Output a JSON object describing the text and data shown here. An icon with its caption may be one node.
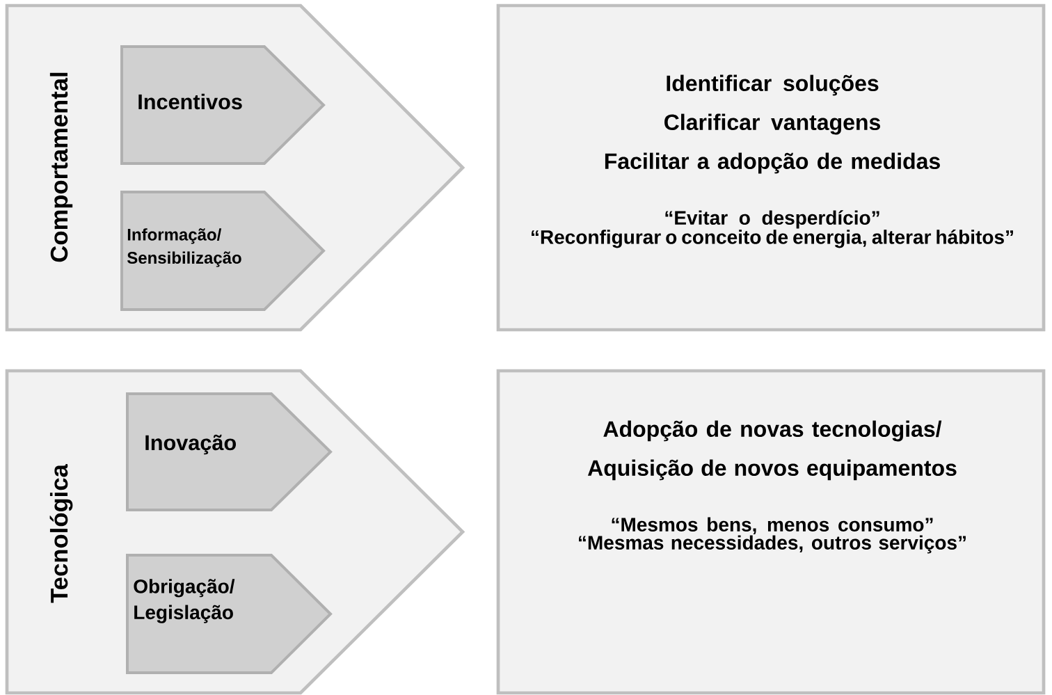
{
  "diagram": {
    "nodes": [
      {
        "text": [
          "Comportamental"
        ]
      },
      {
        "text": [
          "Incentivos"
        ],
        "in": 0
      },
      {
        "text": [
          "Informação/ Sensibilização"
        ],
        "in": 0
      },
      {
        "text": [
          "Identificar soluções",
          "Clarificar vantagens",
          "Facilitar a adopção de medidas",
          "“Evitar o desperdício”",
          "“Reconfigurar o conceito de energia, alterar hábitos”"
        ]
      },
      {
        "text": [
          "Tecnológica"
        ]
      },
      {
        "text": [
          "Inovação"
        ],
        "in": 4
      },
      {
        "text": [
          "Obrigação/ Legislação"
        ],
        "in": 4
      },
      {
        "text": [
          "Adopção de novas tecnologias/ Aquisição de novos equipamentos",
          "“Mesmos bens, menos consumo”",
          "“Mesmas necessidades, outros serviços”"
        ]
      }
    ]
  }
}
